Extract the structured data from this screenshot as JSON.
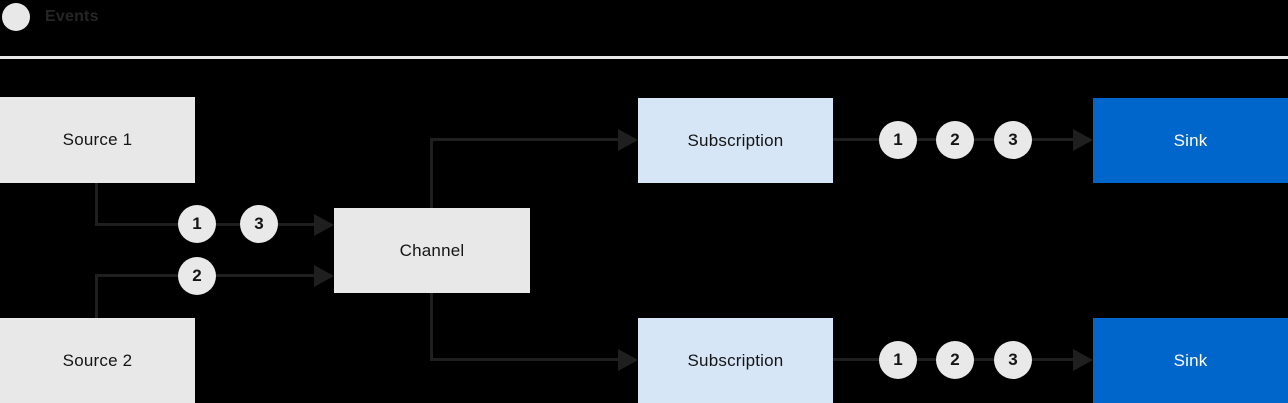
{
  "legend": {
    "label": "Events"
  },
  "colors": {
    "background": "#000000",
    "node_gray": "#e8e8e8",
    "node_light_blue": "#d7e6f7",
    "node_blue": "#0066cc",
    "event_circle": "#e9e9e9",
    "line": "#1f1f1f",
    "divider": "#e8e8e8",
    "legend_text": "#262626",
    "text_dark": "#151515",
    "text_light": "#ffffff"
  },
  "nodes": {
    "source1": {
      "label": "Source 1"
    },
    "source2": {
      "label": "Source 2"
    },
    "channel": {
      "label": "Channel"
    },
    "subscription_top": {
      "label": "Subscription"
    },
    "subscription_bottom": {
      "label": "Subscription"
    },
    "sink_top": {
      "label": "Sink"
    },
    "sink_bottom": {
      "label": "Sink"
    }
  },
  "events": {
    "source1_to_channel": [
      "1",
      "3"
    ],
    "source2_to_channel": [
      "2"
    ],
    "subscription_top_to_sink": [
      "1",
      "2",
      "3"
    ],
    "subscription_bottom_to_sink": [
      "1",
      "2",
      "3"
    ]
  }
}
